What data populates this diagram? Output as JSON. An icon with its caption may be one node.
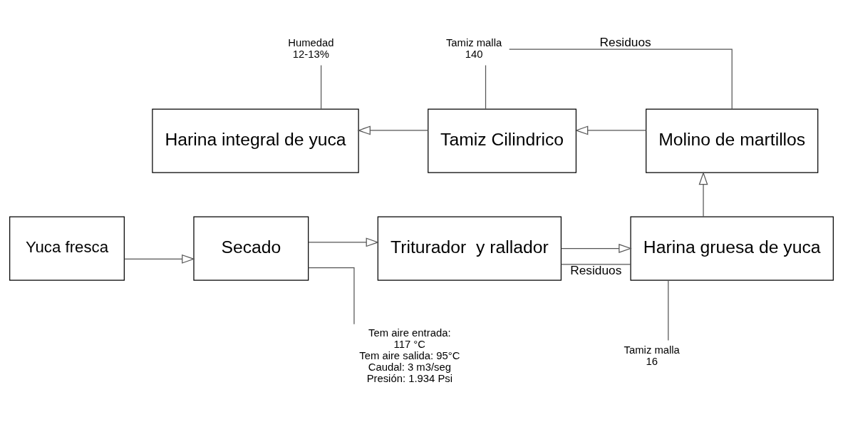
{
  "diagram": {
    "nodes": [
      {
        "text": [
          "Yuca fresca"
        ]
      },
      {
        "text": [
          "Secado"
        ]
      },
      {
        "text": [
          "Triturador  y rallador"
        ]
      },
      {
        "text": [
          "Harina gruesa de yuca"
        ]
      },
      {
        "text": [
          "Molino de martillos"
        ]
      },
      {
        "text": [
          "Tamiz Cilindrico"
        ]
      },
      {
        "text": [
          "Harina integral de yuca"
        ]
      },
      {
        "text": [
          "Humedad",
          "12-13%"
        ]
      },
      {
        "text": [
          "Tamiz malla",
          "140"
        ]
      },
      {
        "text": [
          "Tem aire entrada:",
          "117 °C",
          "Tem aire salida: 95°C",
          "Caudal: 3 m3/seg",
          "Presión: 1.934 Psi"
        ]
      },
      {
        "text": [
          "Tamiz malla",
          "16"
        ]
      }
    ],
    "edges": [
      {
        "from": 0,
        "to": 1,
        "arrow": "to"
      },
      {
        "from": 1,
        "to": 2,
        "arrow": "to"
      },
      {
        "from": 2,
        "to": 3,
        "arrow": "to"
      },
      {
        "from": 3,
        "to": 4,
        "arrow": "to"
      },
      {
        "from": 4,
        "to": 5,
        "arrow": "to"
      },
      {
        "from": 5,
        "to": 6,
        "arrow": "to"
      },
      {
        "from": 7,
        "to": 6,
        "arrow": "none"
      },
      {
        "from": 8,
        "to": 5,
        "arrow": "none"
      },
      {
        "from": 8,
        "to": 4,
        "arrow": "none",
        "label": "Residuos"
      },
      {
        "from": 9,
        "to": 1,
        "arrow": "none"
      },
      {
        "from": 10,
        "to": 3,
        "arrow": "none"
      },
      {
        "from": 2,
        "to": 3,
        "arrow": "none",
        "label": "Residuos"
      }
    ]
  }
}
